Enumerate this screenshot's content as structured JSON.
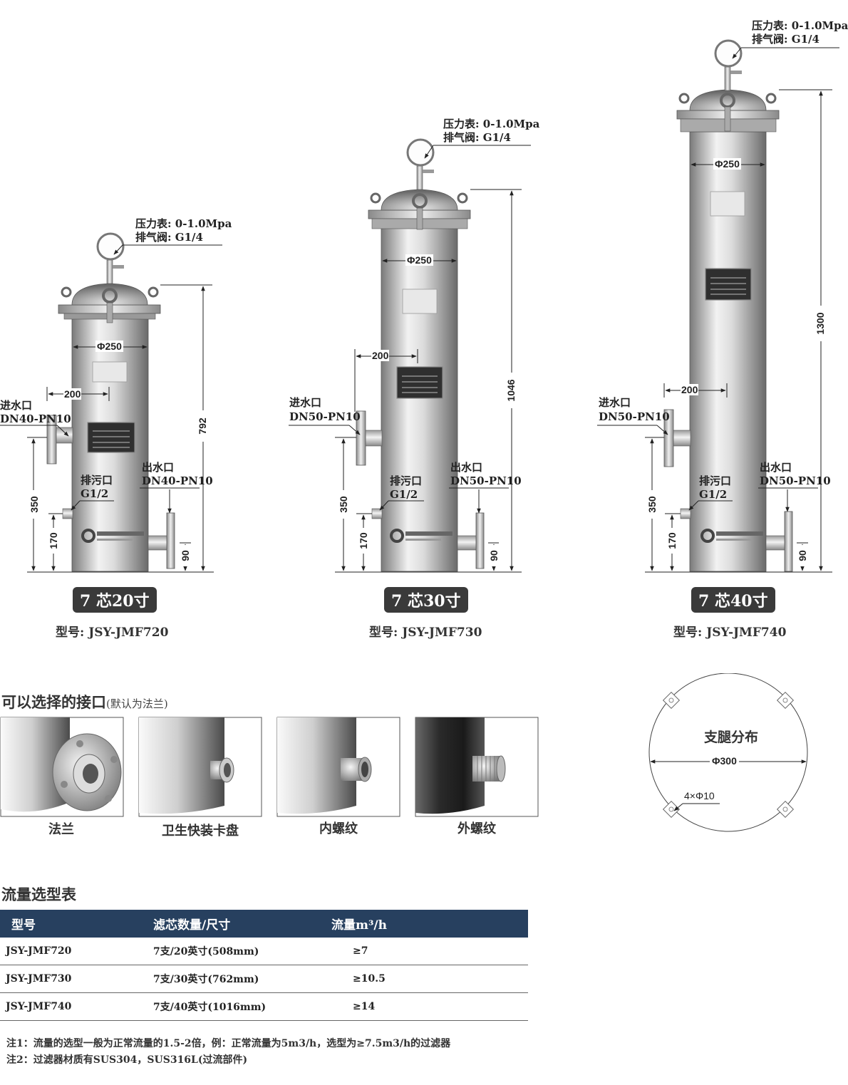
{
  "filters": [
    {
      "gauge": "压力表: 0-1.0Mpa",
      "vent": "排气阀: G1/4",
      "diameter": "Φ250",
      "offset": "200",
      "inlet_label": "进水口",
      "inlet_spec": "DN40-PN10",
      "drain_label": "排污口",
      "drain_spec": "G1/2",
      "outlet_label": "出水口",
      "outlet_spec": "DN40-PN10",
      "height": "792",
      "inlet_height": "350",
      "drain_height": "170",
      "outlet_height": "90",
      "badge": "7 芯20寸",
      "model": "型号: JSY-JMF720"
    },
    {
      "gauge": "压力表: 0-1.0Mpa",
      "vent": "排气阀: G1/4",
      "diameter": "Φ250",
      "offset": "200",
      "inlet_label": "进水口",
      "inlet_spec": "DN50-PN10",
      "drain_label": "排污口",
      "drain_spec": "G1/2",
      "outlet_label": "出水口",
      "outlet_spec": "DN50-PN10",
      "height": "1046",
      "inlet_height": "350",
      "drain_height": "170",
      "outlet_height": "90",
      "badge": "7 芯30寸",
      "model": "型号: JSY-JMF730"
    },
    {
      "gauge": "压力表: 0-1.0Mpa",
      "vent": "排气阀: G1/4",
      "diameter": "Φ250",
      "offset": "200",
      "inlet_label": "进水口",
      "inlet_spec": "DN50-PN10",
      "drain_label": "排污口",
      "drain_spec": "G1/2",
      "outlet_label": "出水口",
      "outlet_spec": "DN50-PN10",
      "height": "1300",
      "inlet_height": "350",
      "drain_height": "170",
      "outlet_height": "90",
      "badge": "7 芯40寸",
      "model": "型号: JSY-JMF740"
    }
  ],
  "interfaces": {
    "title": "可以选择的接口",
    "subtitle": "(默认为法兰)",
    "items": [
      "法兰",
      "卫生快装卡盘",
      "内螺纹",
      "外螺纹"
    ]
  },
  "legs": {
    "title": "支腿分布",
    "diameter": "Φ300",
    "holes": "4×Φ10"
  },
  "flow_table": {
    "title": "流量选型表",
    "headers": [
      "型号",
      "滤芯数量/尺寸",
      "流量m³/h"
    ],
    "rows": [
      [
        "JSY-JMF720",
        "7支/20英寸(508mm)",
        "≥7"
      ],
      [
        "JSY-JMF730",
        "7支/30英寸(762mm)",
        "≥10.5"
      ],
      [
        "JSY-JMF740",
        "7支/40英寸(1016mm)",
        "≥14"
      ]
    ]
  },
  "notes": [
    "注1：流量的选型一般为正常流量的1.5-2倍，例：正常流量为5m3/h，选型为≥7.5m3/h的过滤器",
    "注2：过滤器材质有SUS304，SUS316L(过流部件)"
  ],
  "colors": {
    "table_header": "#27405f",
    "badge": "#3a3a3a",
    "steel_dark": "#6d6d6d",
    "steel_light": "#f4f4f4"
  }
}
